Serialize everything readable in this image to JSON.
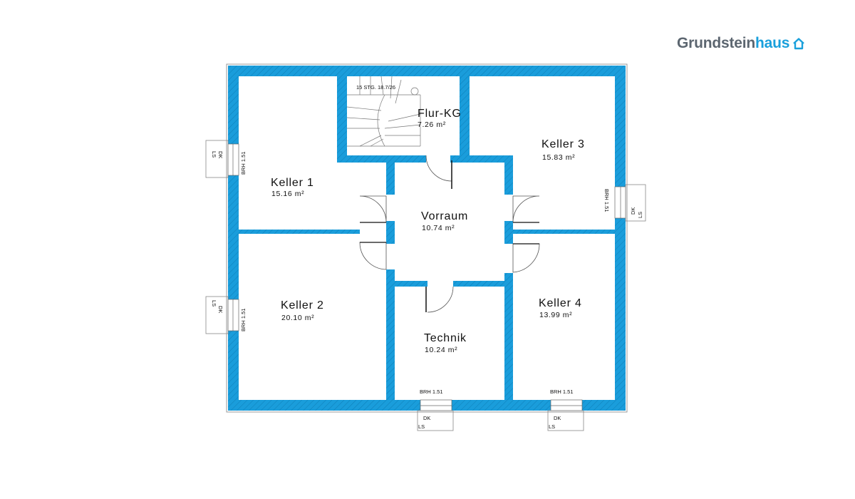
{
  "logo": {
    "part1": "Grundstein",
    "part2": "haus",
    "icon": "house-outline-icon"
  },
  "colors": {
    "wall": "#1a9ddb",
    "logo_dark": "#5c6670",
    "logo_blue": "#1aa0dc"
  },
  "stairs": {
    "label": "15 STG. 18.7/26"
  },
  "rooms": [
    {
      "name": "Flur-KG",
      "area": "7.26 m²"
    },
    {
      "name": "Keller 1",
      "area": "15.16 m²"
    },
    {
      "name": "Keller 3",
      "area": "15.83 m²"
    },
    {
      "name": "Vorraum",
      "area": "10.74 m²"
    },
    {
      "name": "Keller 2",
      "area": "20.10 m²"
    },
    {
      "name": "Keller 4",
      "area": "13.99 m²"
    },
    {
      "name": "Technik",
      "area": "10.24 m²"
    }
  ],
  "windows": [
    {
      "brh": "BRH 1.51",
      "dk": "DK",
      "ls": "LS"
    },
    {
      "brh": "BRH 1.51",
      "dk": "DK",
      "ls": "LS"
    },
    {
      "brh": "BRH 1.51",
      "dk": "DK",
      "ls": "LS"
    },
    {
      "brh": "BRH 1.51",
      "dk": "DK",
      "ls": "LS"
    },
    {
      "brh": "BRH 1.51",
      "dk": "DK",
      "ls": "LS"
    }
  ]
}
